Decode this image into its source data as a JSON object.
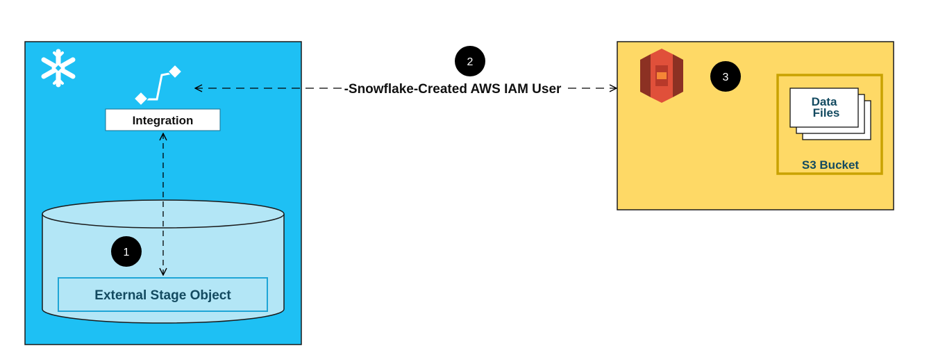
{
  "snowflake_panel": {
    "icon": "snowflake-icon",
    "color": "#1EC0F4",
    "integration": {
      "icon": "integration-icon",
      "label": "Integration"
    },
    "stage": {
      "step": "1",
      "label": "External Stage Object",
      "color": "#B3E6F6"
    }
  },
  "connection": {
    "step": "2",
    "label": "-Snowflake-Created AWS IAM User"
  },
  "aws_panel": {
    "icon": "aws-s3-icon",
    "color": "#FED966",
    "step": "3",
    "bucket": {
      "label": "S3 Bucket",
      "border_color": "#C9A200",
      "files_label_line1": "Data",
      "files_label_line2": "Files"
    }
  },
  "colors": {
    "text_dark": "#134A60",
    "badge": "#000000",
    "s3_icon": "#E0503A"
  }
}
